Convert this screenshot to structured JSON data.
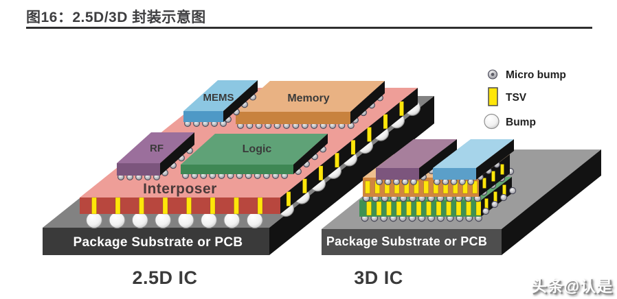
{
  "figure": {
    "title": "图16：2.5D/3D 封装示意图",
    "watermark": "头条@认是"
  },
  "legend": {
    "micro_bump": "Micro bump",
    "tsv": "TSV",
    "bump": "Bump"
  },
  "left_package": {
    "caption": "2.5D IC",
    "substrate": "Package Substrate or PCB",
    "interposer": "Interposer",
    "chips": {
      "rf": "RF",
      "logic": "Logic",
      "mems": "MEMS",
      "memory": "Memory"
    }
  },
  "right_package": {
    "caption": "3D IC",
    "substrate": "Package Substrate or PCB"
  },
  "colors": {
    "title_text": "#3e3e40",
    "rule": "#2e2e2e",
    "label_dark": "#3a3a3a",
    "caption": "#3a3a3a",
    "tsv": "#ffe60a",
    "side_dark": "#121212",
    "sub_left_top": "#828282",
    "sub_left_front": "#3a3a3a",
    "sub_right_top": "#9c9c9c",
    "sub_right_front": "#4e4e4e",
    "interposer_top": "#ee9e98",
    "interposer_front": "#b8473e",
    "interposer_label": "#4b3a3a",
    "rf_top": "#9b6f9c",
    "rf_front": "#7c557d",
    "logic_top": "#5fa277",
    "logic_front": "#3e8754",
    "mems_top": "#8cc7e2",
    "mems_front": "#4e99c6",
    "memory_top": "#e9b283",
    "memory_front": "#c8823e",
    "green_top": "#63a873",
    "green_front": "#3f9153",
    "orange_top": "#eec08f",
    "orange_front": "#d08540",
    "purple3d_top": "#a77f9c",
    "purple3d_front": "#7c557d",
    "blue3d_top": "#a6d4ea",
    "blue3d_front": "#5b9fc9",
    "bump_stroke": "#8f8f8f",
    "microbump_stroke": "#474756"
  }
}
